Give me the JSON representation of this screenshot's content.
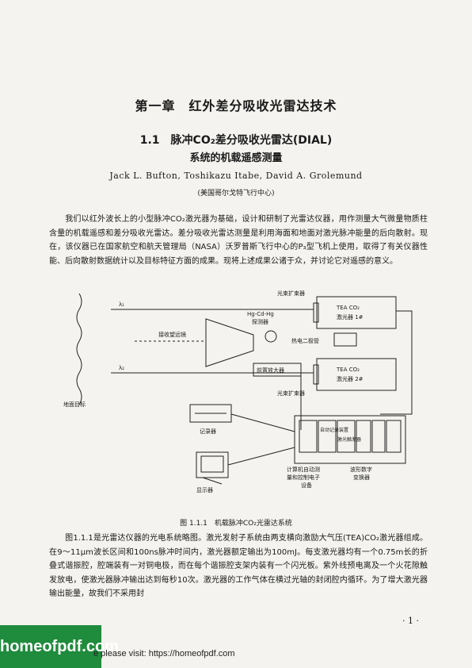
{
  "chapter_title": "第一章　红外差分吸收光雷达技术",
  "section_heading_line1": "1.1　脉冲CO₂差分吸收光雷达(DIAL)",
  "section_heading_line2": "系统的机载遥感测量",
  "authors": "Jack L. Bufton, Toshikazu Itabe, David A. Grolemund",
  "affiliation": "(美国哥尔戈特飞行中心)",
  "paragraph1": "我们以红外波长上的小型脉冲CO₂激光器为基础，设计和研制了光雷达仪器，用作测量大气微量物质柱含量的机载遥感和差分吸收光雷达。差分吸收光雷达测量是利用海面和地面对激光脉冲能量的后向散射。现在，该仪器已在国家航空和航天管理局（NASA）沃罗普斯飞行中心的P₃型飞机上使用，取得了有关仪器性能、后向散射数据统计以及目标特征方面的成果。现将上述成果公诸于众，并讨论它对遥感的意义。",
  "figure": {
    "caption": "图 1.1.1　机载脉冲CO₂光雷达系统",
    "labels": {
      "beam_expander_1": "光束扩束器",
      "laser1_line1": "TEA CO₂",
      "laser1_line2": "激光器 1#",
      "lambda1": "λ₁",
      "detector_line1": "Hg-Cd-Hg",
      "detector_line2": "探测器",
      "telescope": "接收望远镜",
      "pyro": "热电二极管",
      "preamp": "前置放大器",
      "laser2_line1": "TEA CO₂",
      "laser2_line2": "激光器 2#",
      "lambda2": "λ₂",
      "beam_expander_2": "光束扩束器",
      "ground_target": "地面目标",
      "recorder": "记录器",
      "display": "显示器",
      "rack_auto": "自动记录装置",
      "rack_trigger": "激光触发器",
      "computer_line1": "计算机自动测",
      "computer_line2": "量和控制电子",
      "computer_line3": "设备",
      "digitizer_line1": "波形数字",
      "digitizer_line2": "变换器"
    }
  },
  "paragraph2": "图1.1.1是光雷达仪器的光电系统略图。激光发射子系统由两支横向激励大气压(TEA)CO₂激光器组成。在9～11μm波长区间和100ns脉冲时间内，激光器额定输出为100mJ。每支激光器均有一个0.75m长的折叠式谐振腔，腔端装有一对铜电极，而在每个谐振腔支架内装有一个闪光板。紫外线预电离及一个火花隙触发放电，使激光器脉冲输出达到每秒10次。激光器的工作气体在横过光轴的封闭腔内循环。为了增大激光器输出能量，故我们不采用封",
  "page_number": "· 1 ·",
  "watermark": "homeofpdf.com",
  "footer_text": "e please visit: https://homeofpdf.com"
}
